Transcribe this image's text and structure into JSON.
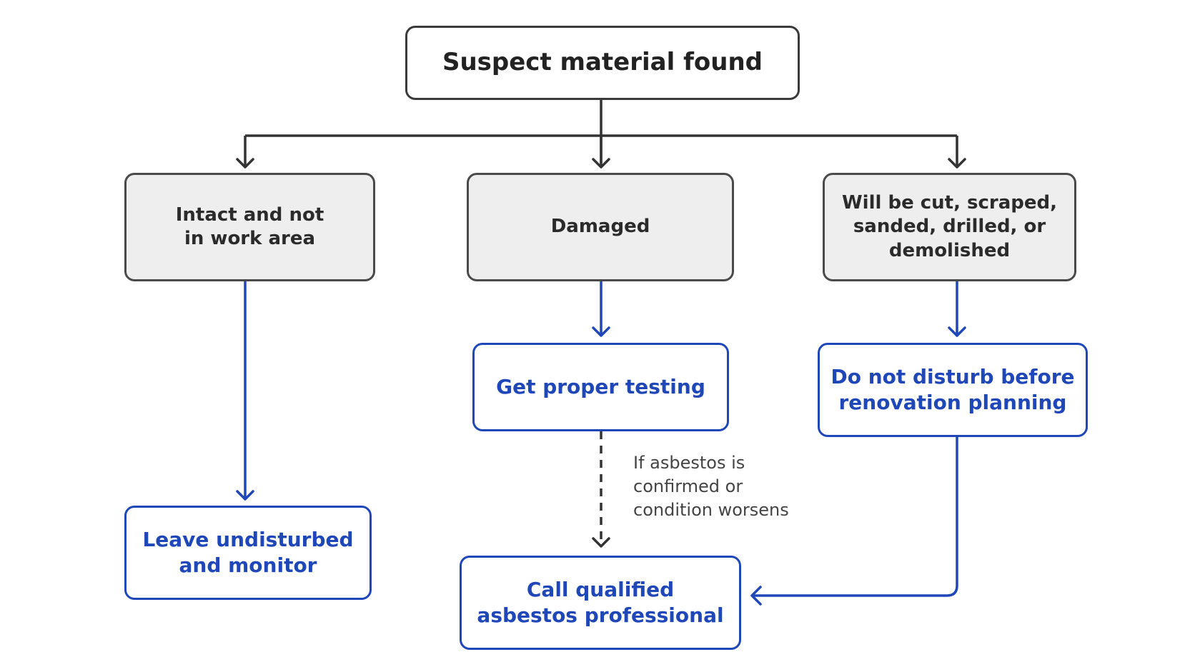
{
  "colors": {
    "dark_line": "#333333",
    "accent_blue": "#1f47b8",
    "condition_fill": "#eeeeee",
    "muted_text": "#444444"
  },
  "nodes": {
    "root": "Suspect material found",
    "intact": "Intact and not\nin work area",
    "damaged": "Damaged",
    "disturb": "Will be cut, scraped,\nsanded, drilled, or\ndemolished",
    "leave": "Leave undisturbed\nand monitor",
    "testing": "Get proper testing",
    "no_disturb": "Do not disturb before\nrenovation planning",
    "call_pro": "Call qualified\nasbestos professional"
  },
  "edge_labels": {
    "testing_to_pro": "If asbestos is\nconfirmed or\ncondition worsens"
  },
  "edges": [
    {
      "from": "root",
      "to": "intact",
      "style": "solid",
      "color": "dark_line"
    },
    {
      "from": "root",
      "to": "damaged",
      "style": "solid",
      "color": "dark_line"
    },
    {
      "from": "root",
      "to": "disturb",
      "style": "solid",
      "color": "dark_line"
    },
    {
      "from": "intact",
      "to": "leave",
      "style": "solid",
      "color": "accent_blue"
    },
    {
      "from": "damaged",
      "to": "testing",
      "style": "solid",
      "color": "accent_blue"
    },
    {
      "from": "disturb",
      "to": "no_disturb",
      "style": "solid",
      "color": "accent_blue"
    },
    {
      "from": "testing",
      "to": "call_pro",
      "style": "dashed",
      "color": "dark_line",
      "label": "If asbestos is confirmed or condition worsens"
    },
    {
      "from": "no_disturb",
      "to": "call_pro",
      "style": "solid",
      "color": "accent_blue"
    }
  ]
}
